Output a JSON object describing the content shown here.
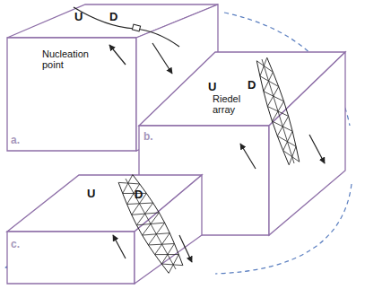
{
  "diagram": {
    "labels": [
      "U",
      "D",
      "Nucleation point",
      "a.",
      "U",
      "D",
      "Riedel array",
      "b.",
      "U",
      "D",
      "c."
    ]
  }
}
